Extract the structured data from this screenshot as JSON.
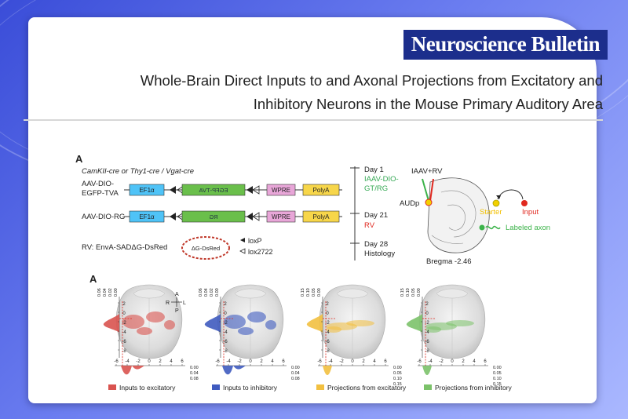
{
  "journal": "Neuroscience Bulletin",
  "title_line1": "Whole-Brain Direct Inputs to and Axonal Projections from Excitatory and",
  "title_line2": "Inhibitory Neurons in the Mouse Primary Auditory Area",
  "panel_top": {
    "letter": "A",
    "mouse_lines": "CamKII-cre or Thy1-cre / Vgat-cre",
    "row1": {
      "label_a": "AAV-DIO-",
      "label_b": "EGFP-TVA",
      "promoter": "EF1α",
      "gene": "EGFP-TVA",
      "wpre": "WPRE",
      "polya": "PolyA"
    },
    "row2": {
      "label": "AAV-DIO-RG",
      "promoter": "EF1α",
      "gene": "RG",
      "wpre": "WPRE",
      "polya": "PolyA"
    },
    "row3": {
      "label": "RV: EnvA-SADΔG-DsRed",
      "virus": "ΔG-DsRed"
    },
    "legend_lox": [
      "loxP",
      "lox2722"
    ],
    "timeline": {
      "day1": "Day 1",
      "day1_a": "IAAV-DIO-",
      "day1_b": "GT/RG",
      "day21": "Day 21",
      "day21_b": "RV",
      "day28": "Day 28",
      "day28_b": "Histology"
    },
    "injection": "IAAV+RV",
    "region": "AUDp",
    "bregma": "Bregma -2.46",
    "starter": "Starter",
    "input": "Input",
    "labeled_axon": "Labeled axon",
    "colors": {
      "green_text": "#34a853",
      "red_text": "#e0281f",
      "yellow": "#f2d000",
      "red": "#e0281f",
      "green": "#3cb34a"
    }
  },
  "panel_bottom": {
    "letter": "A",
    "compass": {
      "a": "A",
      "p": "P",
      "r": "R",
      "l": "L"
    },
    "panels": [
      {
        "name": "Inputs to excitatory",
        "color": "#d9534f",
        "top_ticks": [
          "0.06",
          "0.04",
          "0.02",
          "0.00"
        ],
        "right_ticks": [
          "0.00",
          "0.04",
          "0.08"
        ]
      },
      {
        "name": "Inputs to inhibitory",
        "color": "#3f5bbf",
        "top_ticks": [
          "0.06",
          "0.04",
          "0.02",
          "0.00"
        ],
        "right_ticks": [
          "0.00",
          "0.04",
          "0.08"
        ]
      },
      {
        "name": "Projections from excitatory",
        "color": "#f2c040",
        "top_ticks": [
          "0.15",
          "0.10",
          "0.05",
          "0.00"
        ],
        "right_ticks": [
          "0.00",
          "0.05",
          "0.10",
          "0.15"
        ]
      },
      {
        "name": "Projections from inhibitory",
        "color": "#7cc26a",
        "top_ticks": [
          "0.15",
          "0.10",
          "0.05",
          "0.00"
        ],
        "right_ticks": [
          "0.00",
          "0.05",
          "0.10",
          "0.15"
        ]
      }
    ],
    "y_ticks": [
      "2",
      "0",
      "-2",
      "-4",
      "-6",
      "-8"
    ],
    "x_ticks": [
      "-6",
      "-4",
      "-2",
      "0",
      "2",
      "4",
      "6"
    ]
  }
}
